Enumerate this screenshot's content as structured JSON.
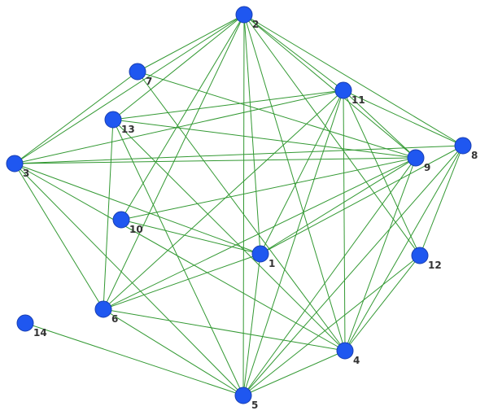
{
  "graph": {
    "node_color": "#1f57f0",
    "edge_color": "#339933",
    "nodes": [
      {
        "id": "1"
      },
      {
        "id": "2"
      },
      {
        "id": "3"
      },
      {
        "id": "4"
      },
      {
        "id": "5"
      },
      {
        "id": "6"
      },
      {
        "id": "7"
      },
      {
        "id": "8"
      },
      {
        "id": "9"
      },
      {
        "id": "10"
      },
      {
        "id": "11"
      },
      {
        "id": "12"
      },
      {
        "id": "13"
      },
      {
        "id": "14"
      }
    ],
    "edges": [
      [
        "2",
        "3"
      ],
      [
        "2",
        "7"
      ],
      [
        "2",
        "13"
      ],
      [
        "2",
        "6"
      ],
      [
        "2",
        "10"
      ],
      [
        "2",
        "1"
      ],
      [
        "2",
        "5"
      ],
      [
        "2",
        "4"
      ],
      [
        "2",
        "11"
      ],
      [
        "2",
        "8"
      ],
      [
        "2",
        "9"
      ],
      [
        "2",
        "12"
      ],
      [
        "7",
        "3"
      ],
      [
        "7",
        "9"
      ],
      [
        "7",
        "4"
      ],
      [
        "13",
        "11"
      ],
      [
        "13",
        "9"
      ],
      [
        "13",
        "6"
      ],
      [
        "13",
        "5"
      ],
      [
        "13",
        "4"
      ],
      [
        "3",
        "11"
      ],
      [
        "3",
        "9"
      ],
      [
        "3",
        "8"
      ],
      [
        "3",
        "1"
      ],
      [
        "3",
        "6"
      ],
      [
        "3",
        "5"
      ],
      [
        "3",
        "4"
      ],
      [
        "11",
        "9"
      ],
      [
        "11",
        "8"
      ],
      [
        "11",
        "6"
      ],
      [
        "11",
        "1"
      ],
      [
        "11",
        "5"
      ],
      [
        "11",
        "4"
      ],
      [
        "11",
        "12"
      ],
      [
        "8",
        "1"
      ],
      [
        "8",
        "5"
      ],
      [
        "8",
        "4"
      ],
      [
        "8",
        "12"
      ],
      [
        "9",
        "10"
      ],
      [
        "9",
        "6"
      ],
      [
        "9",
        "1"
      ],
      [
        "9",
        "5"
      ],
      [
        "9",
        "4"
      ],
      [
        "10",
        "1"
      ],
      [
        "1",
        "6"
      ],
      [
        "1",
        "5"
      ],
      [
        "6",
        "4"
      ],
      [
        "6",
        "5"
      ],
      [
        "12",
        "5"
      ],
      [
        "12",
        "4"
      ],
      [
        "4",
        "5"
      ],
      [
        "14",
        "5"
      ]
    ]
  }
}
